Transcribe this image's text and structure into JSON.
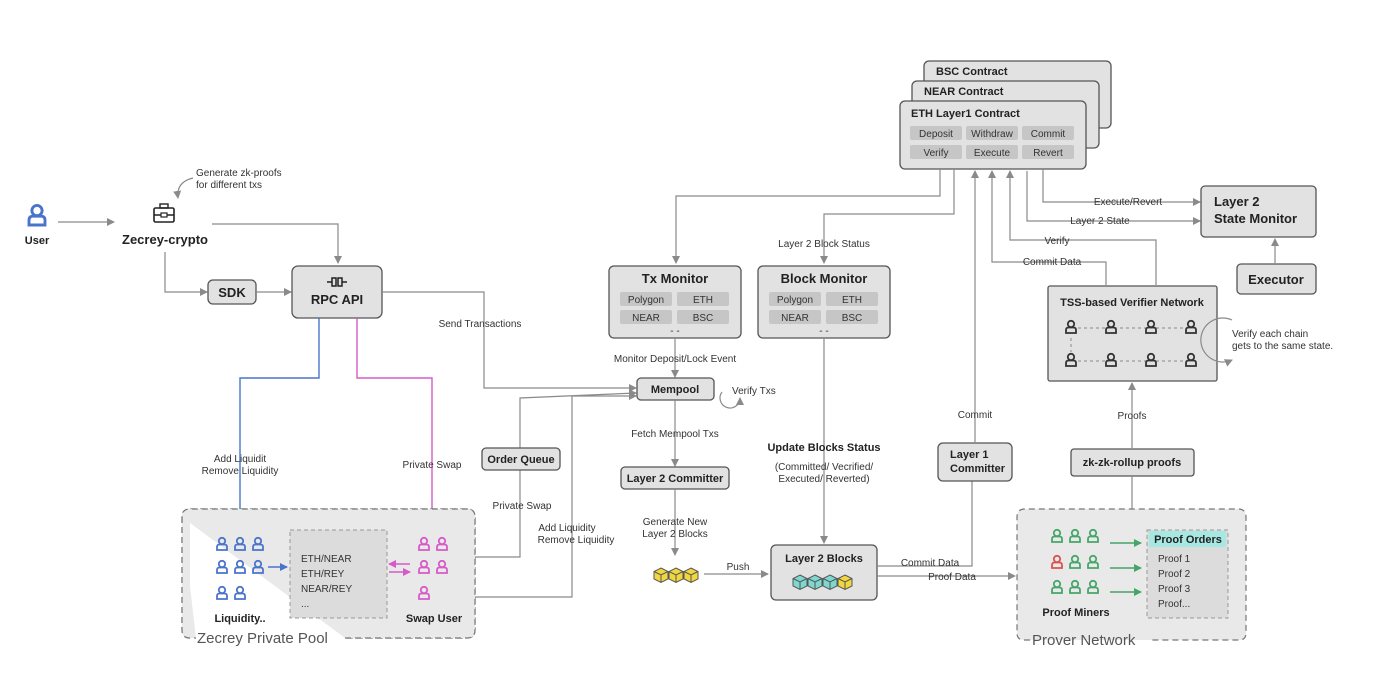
{
  "user": {
    "label": "User"
  },
  "zecrey_crypto": {
    "label": "Zecrey-crypto",
    "note_line1": "Generate zk-proofs",
    "note_line2": "for different txs"
  },
  "sdk": {
    "label": "SDK"
  },
  "rpc_api": {
    "label": "RPC API"
  },
  "send_transactions": "Send Transactions",
  "add_liquidity_line1": "Add Liquidit",
  "remove_liquidity_line2": "Remove Liquidity",
  "private_swap_top": "Private Swap",
  "private_pool": {
    "title": "Zecrey Private Pool",
    "liquidity_label": "Liquidity..",
    "swap_user_label": "Swap User",
    "pairs": [
      "ETH/NEAR",
      "ETH/REY",
      "NEAR/REY",
      "..."
    ]
  },
  "order_queue": {
    "label": "Order Queue",
    "private_swap": "Private Swap"
  },
  "add_liq_right_line1": "Add Liquidity",
  "add_liq_right_line2": "Remove Liquidity",
  "contracts": {
    "bsc": "BSC Contract",
    "near": "NEAR Contract",
    "eth": "ETH Layer1 Contract",
    "buttons": [
      "Deposit",
      "Withdraw",
      "Commit",
      "Verify",
      "Execute",
      "Revert"
    ]
  },
  "tx_monitor": {
    "title": "Tx Monitor",
    "chains": [
      "Polygon",
      "ETH",
      "NEAR",
      "BSC"
    ],
    "more": "- -"
  },
  "block_monitor": {
    "title": "Block Monitor",
    "chains": [
      "Polygon",
      "ETH",
      "NEAR",
      "BSC"
    ],
    "more": "- -"
  },
  "layer2_block_status": "Layer 2 Block Status",
  "monitor_event": "Monitor Deposit/Lock Event",
  "mempool": {
    "label": "Mempool",
    "verify_txs": "Verify Txs"
  },
  "fetch_mempool": "Fetch Mempool Txs",
  "layer2_committer": "Layer 2 Committer",
  "generate_blocks_line1": "Generate New",
  "generate_blocks_line2": "Layer 2 Blocks",
  "push": "Push",
  "layer2_blocks": "Layer 2 Blocks",
  "update_status": {
    "title": "Update Blocks Status",
    "line1": "(Committed/ Vecrified/",
    "line2": "Executed/ Reverted)"
  },
  "commit_label": "Commit",
  "layer1_committer_line1": "Layer 1",
  "layer1_committer_line2": "Committer",
  "commit_data": "Commit Data",
  "proof_data": "Proof Data",
  "execute_revert": "Execute/Revert",
  "layer2_state": "Layer 2 State",
  "verify": "Verify",
  "commit_data_top": "Commit Data",
  "state_monitor_line1": "Layer 2",
  "state_monitor_line2": "State Monitor",
  "executor": "Executor",
  "tss": {
    "title": "TSS-based Verifier Network",
    "note_line1": "Verify each chain",
    "note_line2": "gets to the same state."
  },
  "proofs": "Proofs",
  "zk_rollup": "zk-zk-rollup proofs",
  "prover": {
    "title": "Prover Network",
    "miners": "Proof Miners",
    "orders_title": "Proof Orders",
    "orders": [
      "Proof 1",
      "Proof 2",
      "Proof 3",
      "Proof..."
    ]
  },
  "colors": {
    "blue": "#4a74cc",
    "pink": "#d65bc8",
    "green": "#46a66a",
    "red": "#d9534f",
    "teal": "#a8e8e2",
    "cube_yellow": "#f0d640",
    "cube_teal": "#7fd8d0"
  },
  "icons": [
    "user-icon",
    "toolbox-icon",
    "plug-icon",
    "user-group-icon",
    "cube-icon",
    "loop-arrow-icon",
    "arrow-icon"
  ]
}
